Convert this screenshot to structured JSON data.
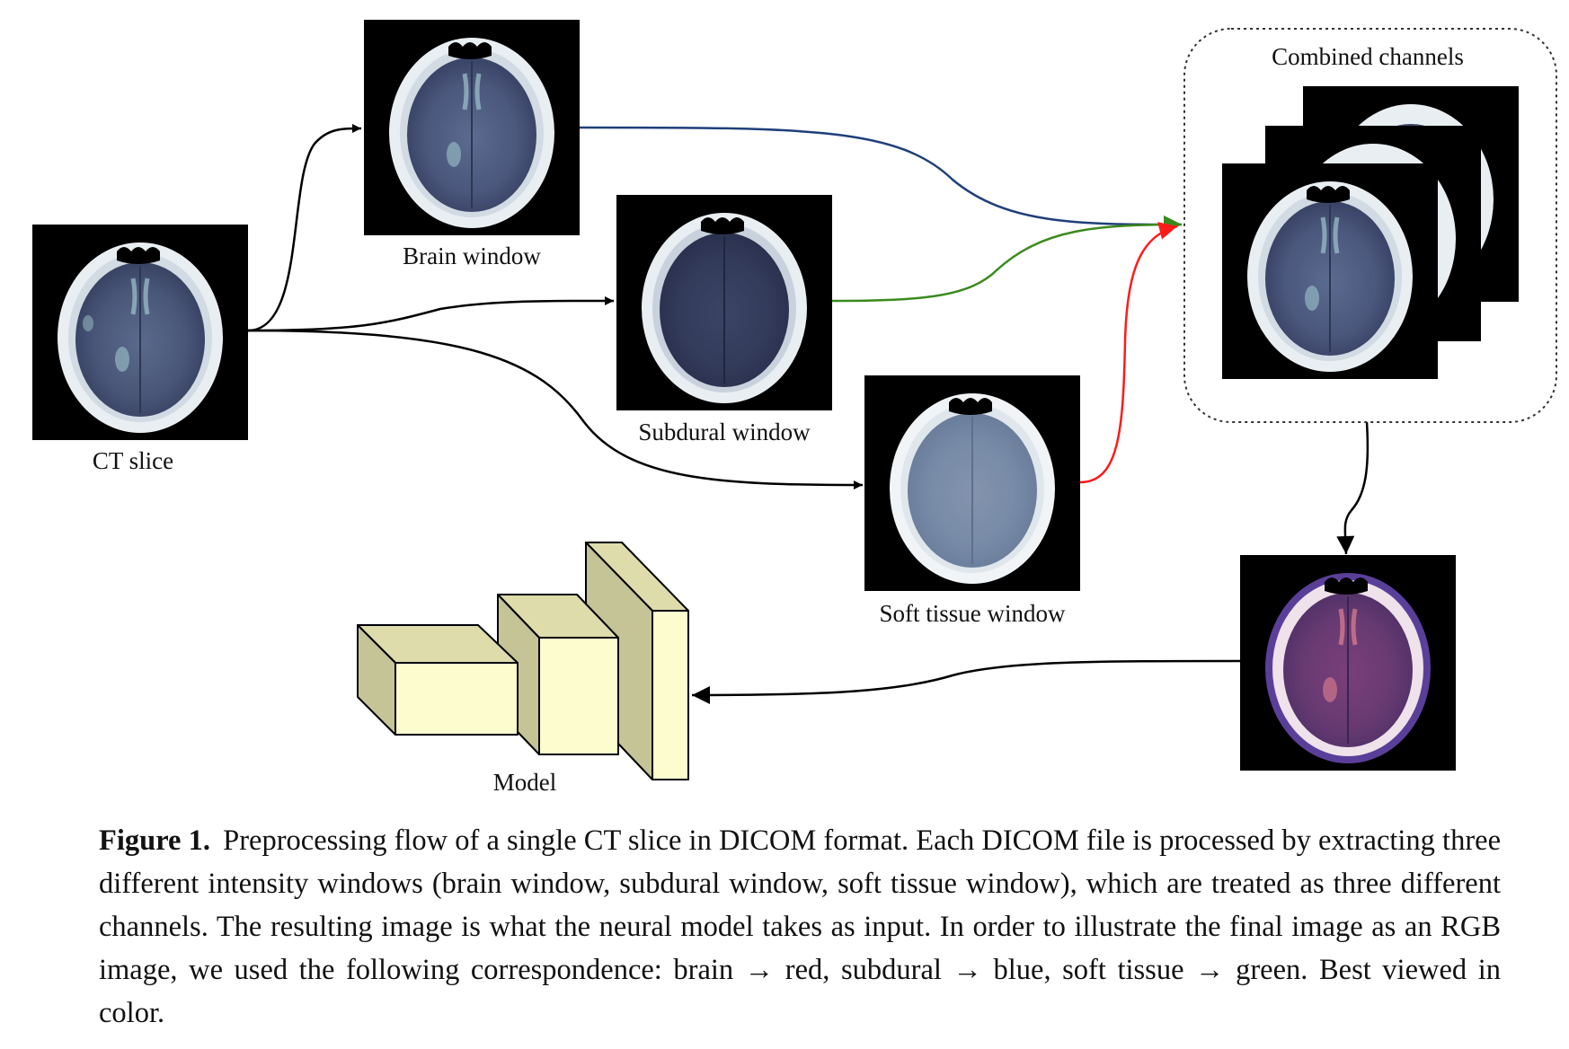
{
  "figure": {
    "labels": {
      "ct_slice": "CT slice",
      "brain_window": "Brain window",
      "subdural_window": "Subdural window",
      "soft_tissue_window": "Soft tissue window",
      "combined_channels": "Combined channels",
      "model": "Model"
    },
    "colors": {
      "brain_arrow": "#1f3f7a",
      "subdural_arrow": "#3a8a1c",
      "soft_tissue_arrow": "#ff1a1a",
      "box_front": "#fdfccf",
      "box_side": "#c4c497",
      "box_top": "#dedcaa"
    }
  },
  "caption": {
    "label": "Figure 1.",
    "text": "Preprocessing flow of a single CT slice in DICOM format. Each DICOM file is processed by extracting three different intensity windows (brain window, subdural window, soft tissue window), which are treated as three different channels. The resulting image is what the neural model takes as input. In order to illustrate the final image as an RGB image, we used the following correspondence: brain → red, subdural → blue, soft tissue → green. Best viewed in color."
  }
}
